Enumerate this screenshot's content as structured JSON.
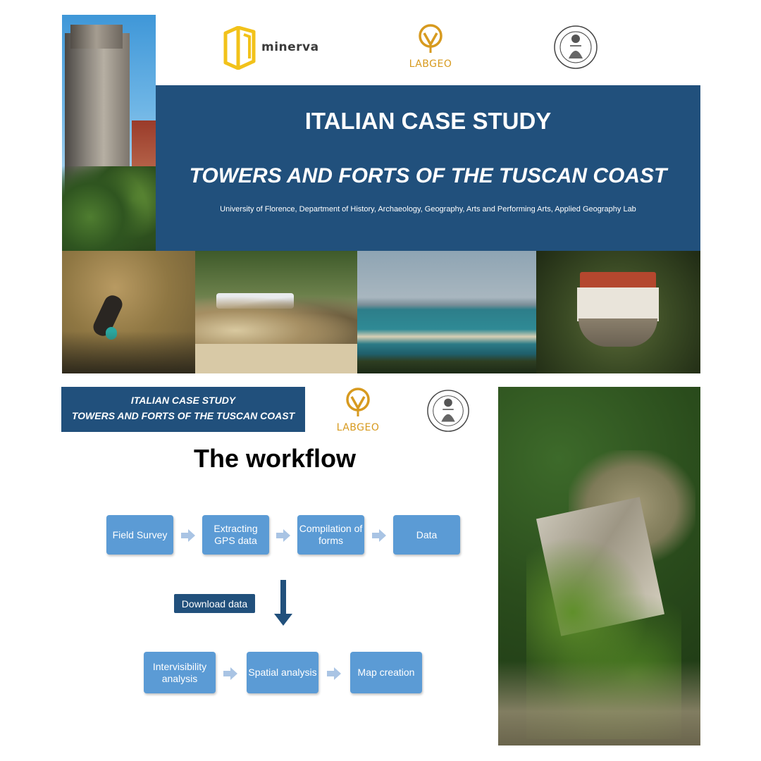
{
  "header": {
    "logos": {
      "minerva": "minerva",
      "labgeo": "LABGEO"
    }
  },
  "banner": {
    "title": "ITALIAN CASE STUDY",
    "subtitle": "TOWERS AND FORTS OF THE TUSCAN COAST",
    "affiliation": "University of Florence, Department of History, Archaeology, Geography, Arts and Performing Arts, Applied Geography Lab"
  },
  "small_banner": {
    "line1": "ITALIAN CASE STUDY",
    "line2": "TOWERS AND FORTS OF THE TUSCAN COAST"
  },
  "workflow": {
    "heading": "The workflow",
    "row1": [
      "Field Survey",
      "Extracting GPS data",
      "Compilation of forms",
      "Data"
    ],
    "download": "Download data",
    "row2": [
      "Intervisibility analysis",
      "Spatial analysis",
      "Map creation"
    ]
  },
  "colors": {
    "banner_blue": "#21507c",
    "box_blue": "#5b9bd5",
    "arrow_light": "#a9c4e4",
    "labgeo_orange": "#d79a1f",
    "minerva_yellow": "#f2c21a"
  },
  "icons": [
    "minerva-logo-icon",
    "labgeo-pin-icon",
    "university-seal-icon",
    "arrow-right-icon",
    "arrow-down-icon"
  ]
}
